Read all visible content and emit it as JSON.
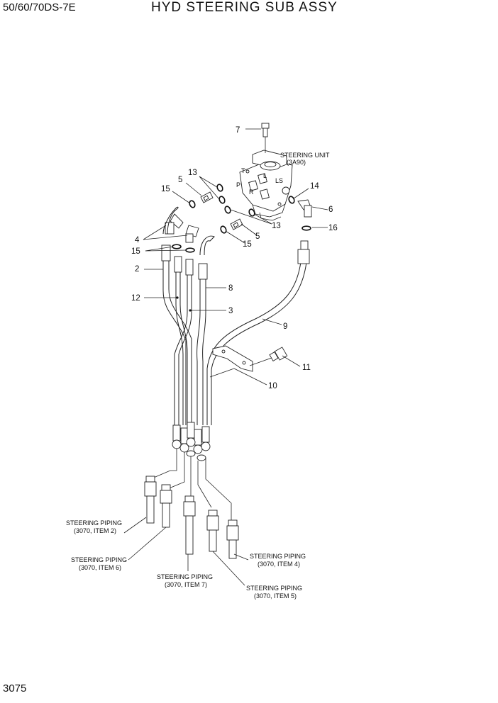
{
  "header": {
    "model": "50/60/70DS-7E",
    "title": "HYD STEERING SUB ASSY"
  },
  "footer": {
    "page_number": "3075"
  },
  "callouts": {
    "c1": "7",
    "c2": "13",
    "c3": "5",
    "c4": "15",
    "c5": "14",
    "c6": "6",
    "c7": "16",
    "c8": "13",
    "c9": "5",
    "c10": "15",
    "c11": "4",
    "c12": "15",
    "c13": "2",
    "c14": "12",
    "c15": "8",
    "c16": "3",
    "c17": "9",
    "c18": "11",
    "c19": "10"
  },
  "notes": {
    "unit_line1": "STEERING UNIT",
    "unit_line2": "(3A90)",
    "port_t": "T",
    "port_p": "P",
    "port_l": "L",
    "port_r": "R",
    "port_ls": "LS",
    "p2_line1": "STEERING PIPING",
    "p2_line2": "(3070, ITEM 2)",
    "p6_line1": "STEERING PIPING",
    "p6_line2": "(3070, ITEM 6)",
    "p7_line1": "STEERING PIPING",
    "p7_line2": "(3070, ITEM 7)",
    "p4_line1": "STEERING PIPING",
    "p4_line2": "(3070, ITEM 4)",
    "p5_line1": "STEERING PIPING",
    "p5_line2": "(3070, ITEM 5)"
  }
}
